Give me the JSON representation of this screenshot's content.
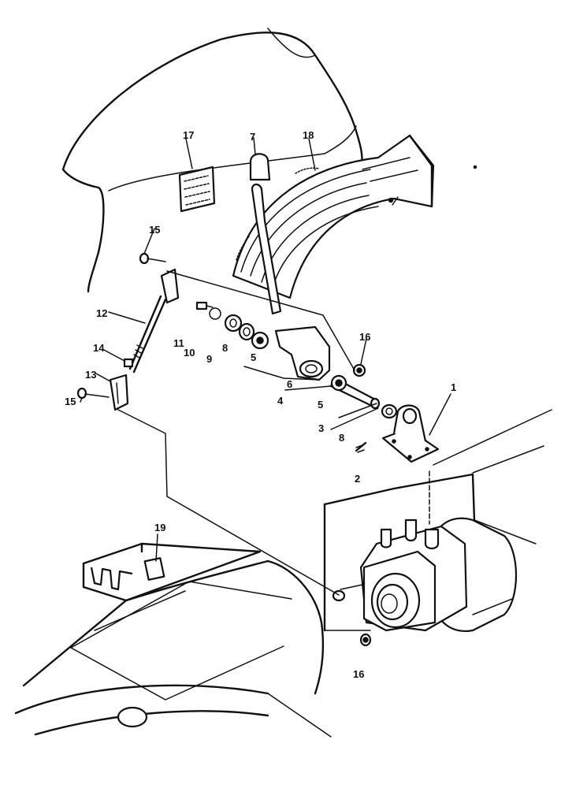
{
  "colors": {
    "ink": "#111111",
    "paper": "#ffffff"
  },
  "callouts": [
    {
      "id": "c1",
      "text": "1"
    },
    {
      "id": "c2",
      "text": "2"
    },
    {
      "id": "c3",
      "text": "3"
    },
    {
      "id": "c4",
      "text": "4"
    },
    {
      "id": "c5a",
      "text": "5"
    },
    {
      "id": "c5b",
      "text": "5"
    },
    {
      "id": "c6",
      "text": "6"
    },
    {
      "id": "c7",
      "text": "7"
    },
    {
      "id": "c8a",
      "text": "8"
    },
    {
      "id": "c8b",
      "text": "8"
    },
    {
      "id": "c9",
      "text": "9"
    },
    {
      "id": "c10",
      "text": "10"
    },
    {
      "id": "c11",
      "text": "11"
    },
    {
      "id": "c12",
      "text": "12"
    },
    {
      "id": "c13",
      "text": "13"
    },
    {
      "id": "c14",
      "text": "14"
    },
    {
      "id": "c15a",
      "text": "15"
    },
    {
      "id": "c15b",
      "text": "15"
    },
    {
      "id": "c16a",
      "text": "16"
    },
    {
      "id": "c16b",
      "text": "16"
    },
    {
      "id": "c17",
      "text": "17"
    },
    {
      "id": "c18",
      "text": "18"
    },
    {
      "id": "c19",
      "text": "19"
    }
  ]
}
